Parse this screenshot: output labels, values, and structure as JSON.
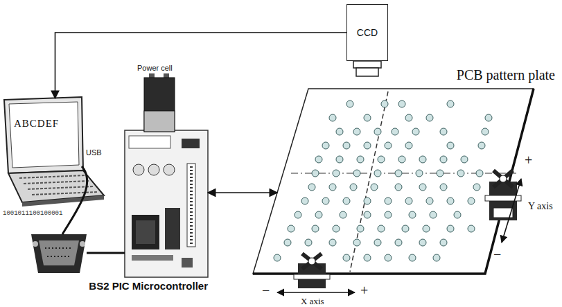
{
  "diagram": {
    "nodes": [
      {
        "text": [
          "CCD"
        ]
      },
      {
        "text": [
          "ABCDEF"
        ]
      },
      {
        "text": [
          "BS2 PIC Microcontroller"
        ]
      },
      {
        "text": [
          "PCB pattern plate"
        ]
      }
    ],
    "edges": [
      {
        "from": 0,
        "to": 1,
        "arrow": "to"
      },
      {
        "from": 1,
        "to": 2,
        "label": "USB",
        "arrow": "none"
      },
      {
        "from": 2,
        "to": 3,
        "arrow": "both"
      }
    ],
    "labels": [
      "Power cell",
      "1001011100100001",
      "+",
      "Y axis",
      "−",
      "−",
      "+",
      "X axis"
    ]
  }
}
